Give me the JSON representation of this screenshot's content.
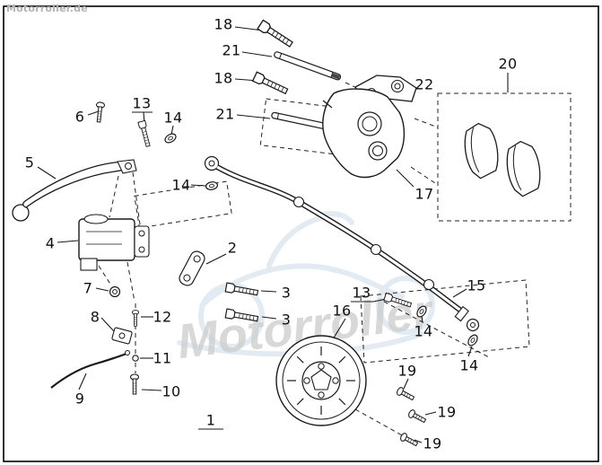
{
  "watermark": {
    "corner_text": "Motorroller.de",
    "center_text": "Motorroller",
    "text_color": "#cccccc",
    "logo_color": "#c3d3e3"
  },
  "diagram": {
    "line_color": "#1a1a1a",
    "background": "#ffffff"
  },
  "labels": [
    {
      "id": "18-a",
      "text": "18"
    },
    {
      "id": "21-a",
      "text": "21"
    },
    {
      "id": "18-b",
      "text": "18"
    },
    {
      "id": "21-b",
      "text": "21"
    },
    {
      "id": "6",
      "text": "6"
    },
    {
      "id": "13-a",
      "text": "13"
    },
    {
      "id": "14-a",
      "text": "14"
    },
    {
      "id": "5",
      "text": "5"
    },
    {
      "id": "14-b",
      "text": "14"
    },
    {
      "id": "4",
      "text": "4"
    },
    {
      "id": "2",
      "text": "2"
    },
    {
      "id": "3-a",
      "text": "3"
    },
    {
      "id": "3-b",
      "text": "3"
    },
    {
      "id": "7",
      "text": "7"
    },
    {
      "id": "8",
      "text": "8"
    },
    {
      "id": "12",
      "text": "12"
    },
    {
      "id": "11",
      "text": "11"
    },
    {
      "id": "9",
      "text": "9"
    },
    {
      "id": "10",
      "text": "10"
    },
    {
      "id": "1",
      "text": "1"
    },
    {
      "id": "16",
      "text": "16"
    },
    {
      "id": "13-b",
      "text": "13"
    },
    {
      "id": "14-c",
      "text": "14"
    },
    {
      "id": "15",
      "text": "15"
    },
    {
      "id": "14-d",
      "text": "14"
    },
    {
      "id": "19-a",
      "text": "19"
    },
    {
      "id": "19-b",
      "text": "19"
    },
    {
      "id": "19-c",
      "text": "19"
    },
    {
      "id": "20",
      "text": "20"
    },
    {
      "id": "22",
      "text": "22"
    },
    {
      "id": "17",
      "text": "17"
    }
  ]
}
